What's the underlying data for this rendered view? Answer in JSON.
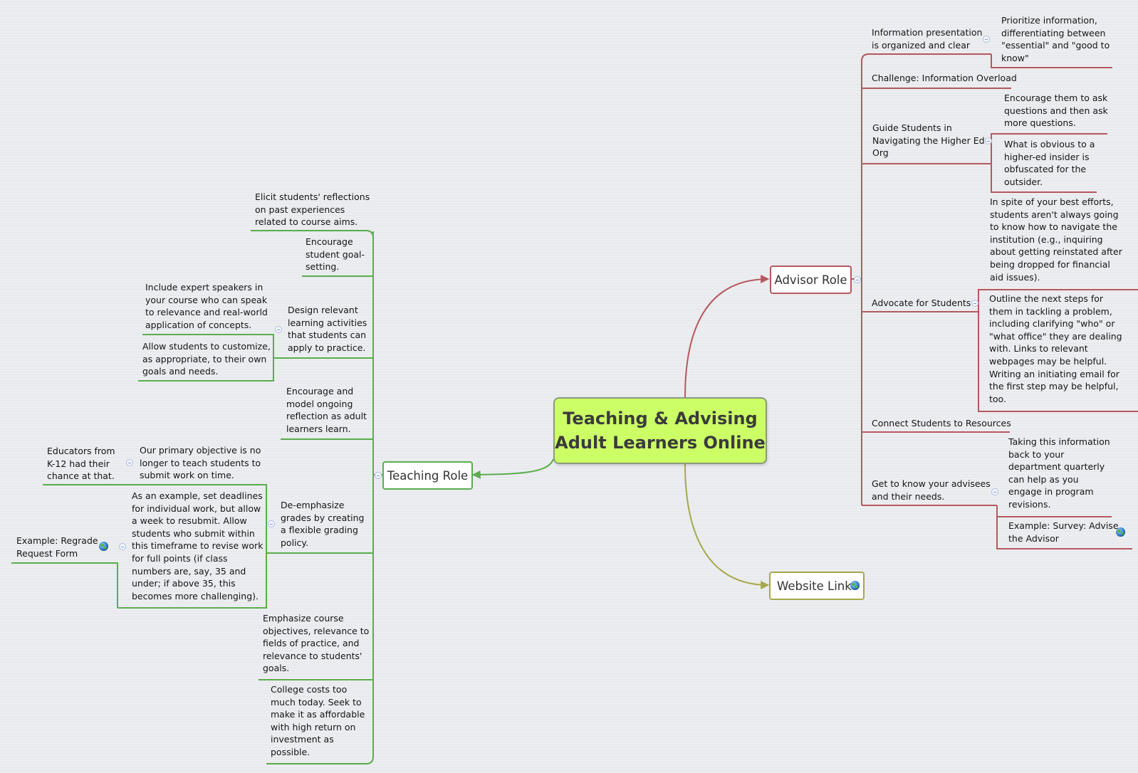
{
  "central": "Teaching & Advising\nAdult Learners Online",
  "advisor": {
    "label": "Advisor Role",
    "info_presentation": "Information presentation\nis organized and clear",
    "prioritize": "Prioritize information,\ndifferentiating between\n \"essential\" and \"good to\nknow\"",
    "challenge": "Challenge: Information Overload",
    "guide": "Guide Students in\nNavigating the Higher Ed\nOrg",
    "encourage_questions": "Encourage them to ask\nquestions and then ask\nmore questions.",
    "obvious": "What is obvious to a\nhigher-ed insider is\nobfuscated for the\n outsider.",
    "advocate": "Advocate for Students",
    "in_spite": "In spite of your best efforts,\nstudents aren't always going\nto know how to navigate the\ninstitution (e.g., inquiring\nabout getting reinstated after\n being dropped for financial\naid issues).",
    "outline_steps": "Outline the next steps for\nthem in tackling a problem,\nincluding clarifying \"who\" or\n\"what office\" they are dealing\nwith.  Links to relevant\n webpages may be helpful.\nWriting an initiating email for\n the first step may be helpful,\n too.",
    "connect": "Connect Students to Resources",
    "know_advisees": "Get to know your advisees\nand their needs.",
    "taking_info": "Taking this information\nback to your\ndepartment quarterly\ncan help as you\n engage in program\nrevisions.",
    "survey": "Example: Survey: Advise\nthe Advisor"
  },
  "website": {
    "label": "Website Link"
  },
  "teaching": {
    "label": "Teaching Role",
    "elicit": "Elicit students' reflections\n on past experiences\nrelated to course aims.",
    "goal_setting": "Encourage\nstudent goal-\nsetting.",
    "expert_speakers": "Include expert speakers in\nyour course who can speak\n to relevance and real-world\napplication of concepts.",
    "design_relevant": "Design relevant\nlearning activities\n that students can\napply to practice.",
    "customize": "Allow students to customize,\nas appropriate, to their own\ngoals and needs.",
    "model_reflection": "Encourage and\nmodel ongoing\nreflection as adult\nlearners learn.",
    "educators": "Educators from\nK-12 had their\nchance at that.",
    "primary_objective": "Our primary objective is no\nlonger to teach students to\nsubmit work on time.",
    "de_emphasize": "De-emphasize\n grades by creating\n a flexible grading\npolicy.",
    "example_deadlines": "As an example, set deadlines\nfor individual work, but allow\na week to resubmit.  Allow\nstudents who submit within\nthis timeframe to revise work\n for full points (if class\n numbers are, say, 35 and\n under; if above 35, this\nbecomes more challenging).",
    "regrade": "Example: Regrade\nRequest Form",
    "emphasize_objectives": "Emphasize course\nobjectives, relevance to\nfields of practice, and\nrelevance to students'\ngoals.",
    "college_costs": "College costs too\nmuch today.  Seek to\nmake it as affordable\nwith high return on\ninvestment as\npossible."
  },
  "colors": {
    "advisor_branch": "#b5585f",
    "teaching_branch": "#5aad4e",
    "website_branch": "#a6a84a",
    "central_fill": "#ccff66"
  },
  "icons": [
    "collapse-icon",
    "globe-icon"
  ]
}
